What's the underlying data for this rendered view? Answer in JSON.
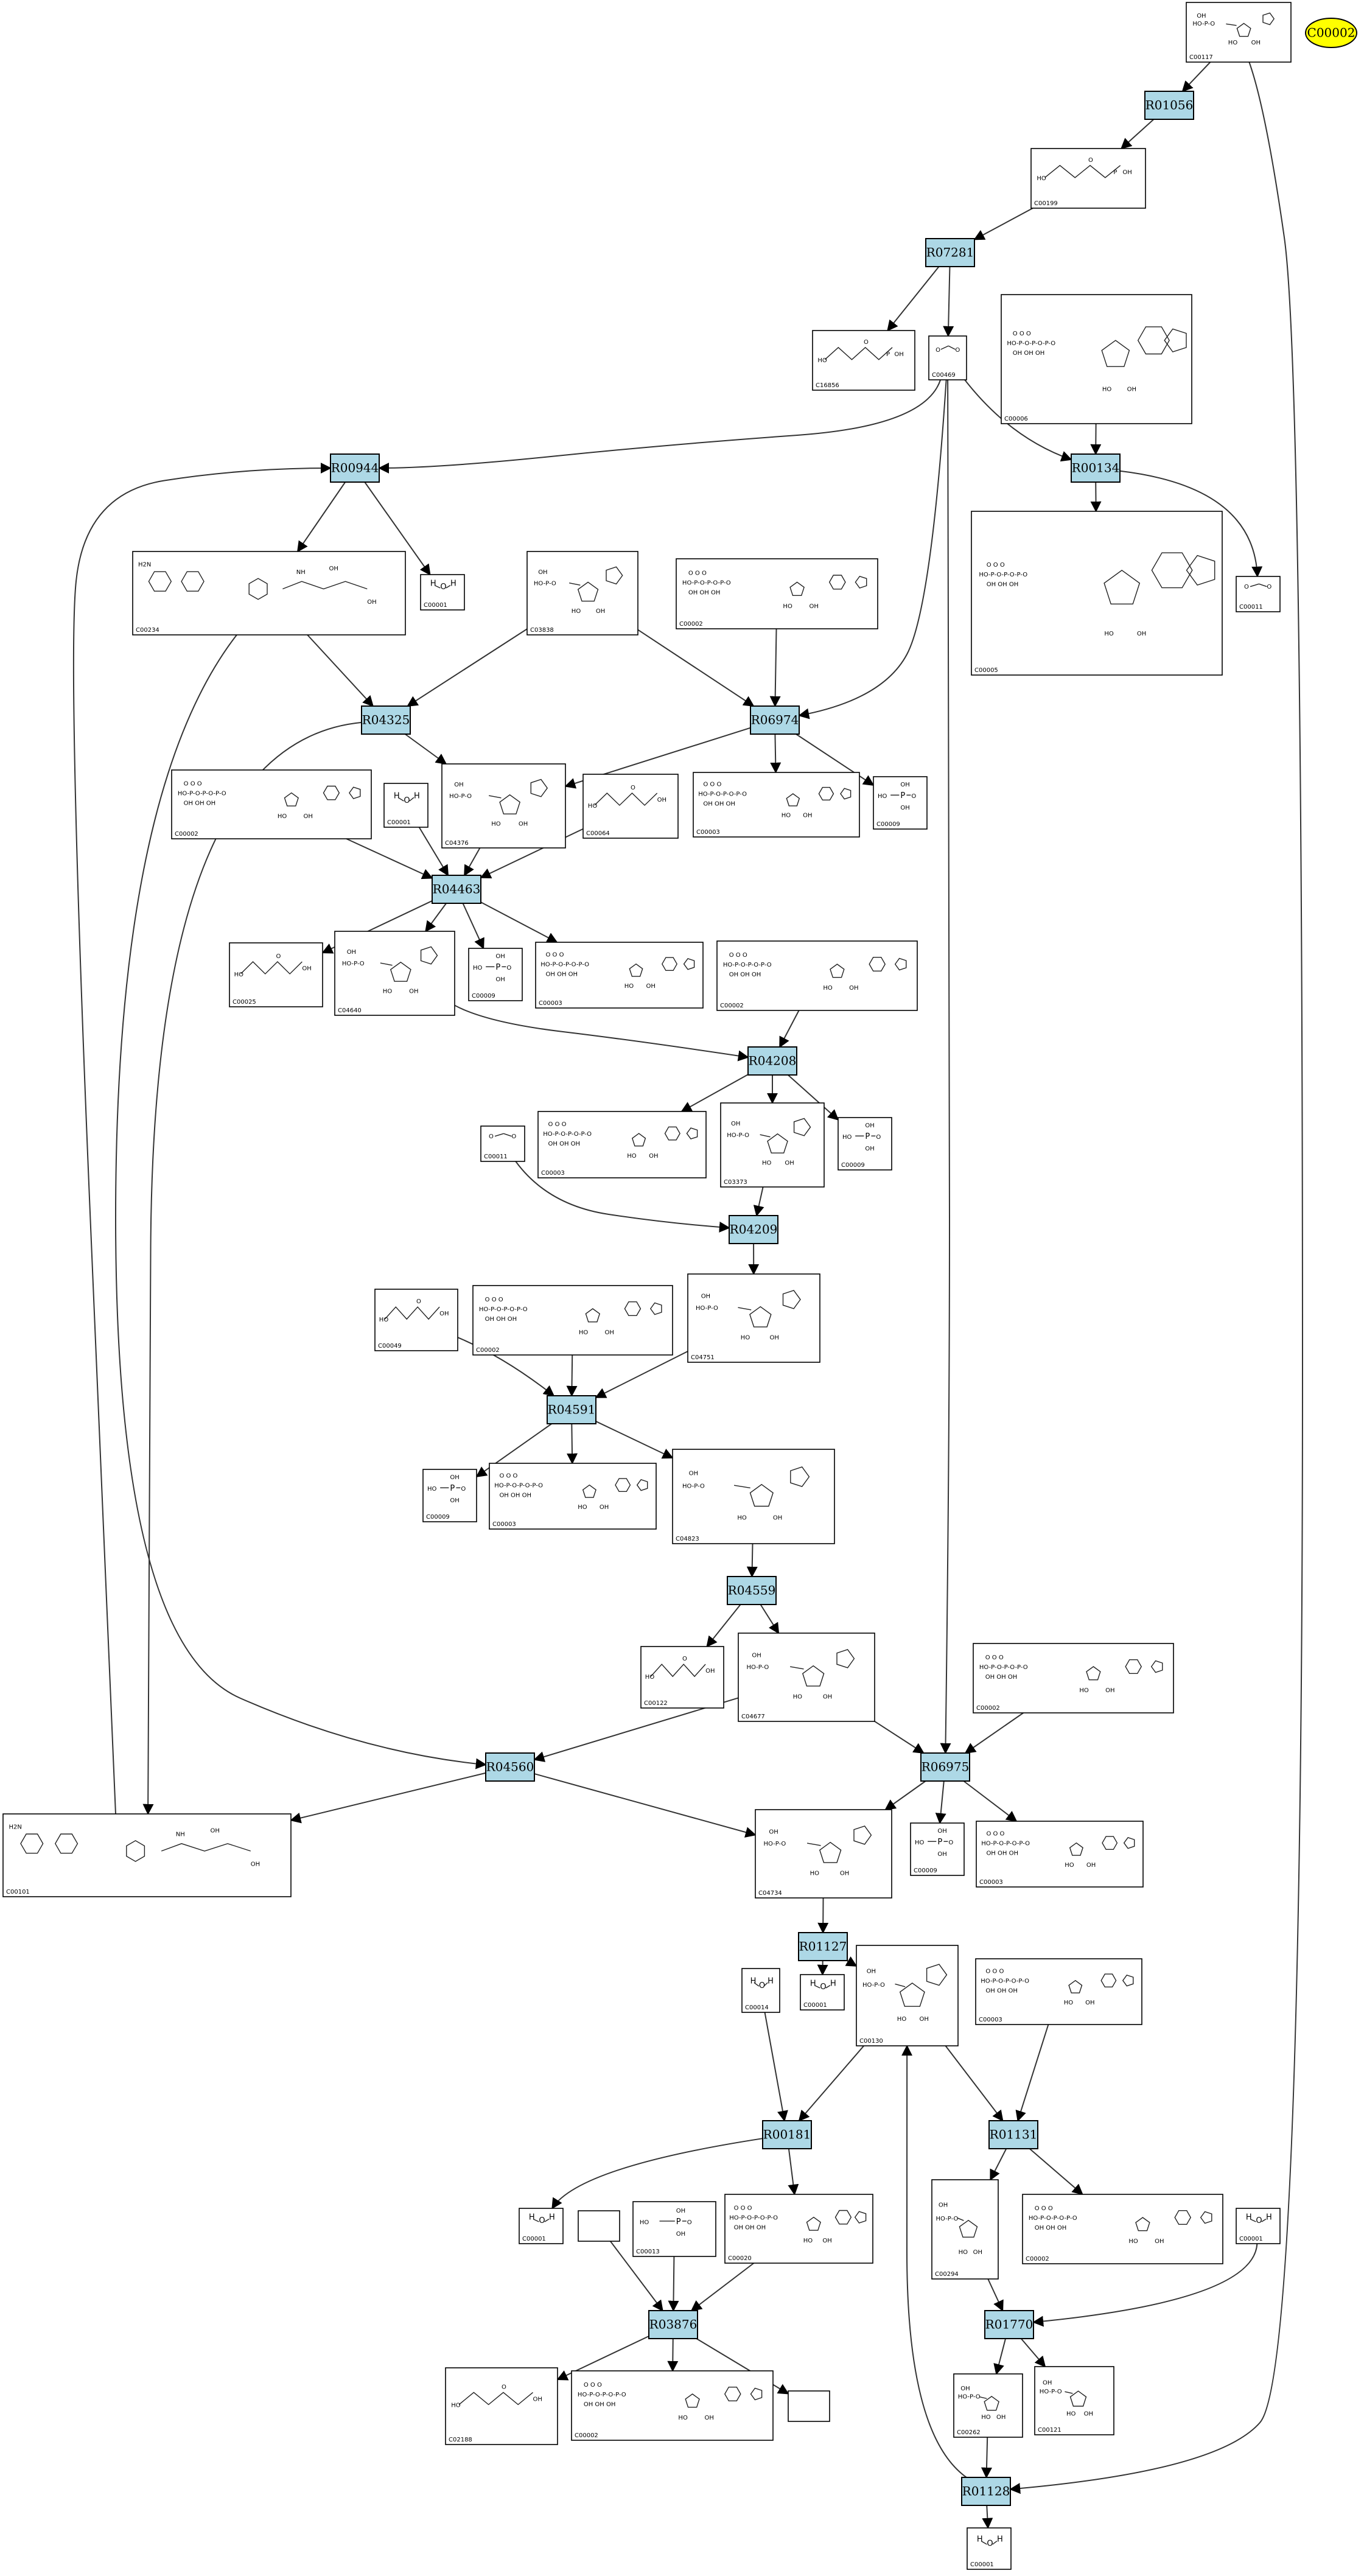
{
  "start_node": {
    "label": "C00002"
  },
  "reactions": [
    {
      "id": "R01056",
      "label": "R01056"
    },
    {
      "id": "R07281",
      "label": "R07281"
    },
    {
      "id": "R00944",
      "label": "R00944"
    },
    {
      "id": "R00134",
      "label": "R00134"
    },
    {
      "id": "R04325",
      "label": "R04325"
    },
    {
      "id": "R06974",
      "label": "R06974"
    },
    {
      "id": "R04463",
      "label": "R04463"
    },
    {
      "id": "R04208",
      "label": "R04208"
    },
    {
      "id": "R04209",
      "label": "R04209"
    },
    {
      "id": "R04591",
      "label": "R04591"
    },
    {
      "id": "R04559",
      "label": "R04559"
    },
    {
      "id": "R04560",
      "label": "R04560"
    },
    {
      "id": "R06975",
      "label": "R06975"
    },
    {
      "id": "R01127",
      "label": "R01127"
    },
    {
      "id": "R00181",
      "label": "R00181"
    },
    {
      "id": "R01131",
      "label": "R01131"
    },
    {
      "id": "R03876",
      "label": "R03876"
    },
    {
      "id": "R01770",
      "label": "R01770"
    },
    {
      "id": "R01128",
      "label": "R01128"
    }
  ],
  "compounds": [
    {
      "key": "c00117",
      "label": "C00117",
      "kind": "sugarP"
    },
    {
      "key": "c00199",
      "label": "C00199",
      "kind": "chainP"
    },
    {
      "key": "c16856",
      "label": "C16856",
      "kind": "chainP"
    },
    {
      "key": "c00469",
      "label": "C00469",
      "kind": "small"
    },
    {
      "key": "c00006",
      "label": "C00006",
      "kind": "nucleotide"
    },
    {
      "key": "c00234",
      "label": "C00234",
      "kind": "folate"
    },
    {
      "key": "c00001a",
      "label": "C00001",
      "kind": "water"
    },
    {
      "key": "c03838",
      "label": "C03838",
      "kind": "sugarP"
    },
    {
      "key": "c00002a",
      "label": "C00002",
      "kind": "nucleotide"
    },
    {
      "key": "c00005",
      "label": "C00005",
      "kind": "nucleotide"
    },
    {
      "key": "c00011a",
      "label": "C00011",
      "kind": "small"
    },
    {
      "key": "c00002b",
      "label": "C00002",
      "kind": "nucleotide"
    },
    {
      "key": "c00001b",
      "label": "C00001",
      "kind": "water"
    },
    {
      "key": "c04376",
      "label": "C04376",
      "kind": "sugarP"
    },
    {
      "key": "c00064",
      "label": "C00064",
      "kind": "chain"
    },
    {
      "key": "c00003a",
      "label": "C00003",
      "kind": "nucleotide"
    },
    {
      "key": "c00009a",
      "label": "C00009",
      "kind": "phosphate"
    },
    {
      "key": "c00025",
      "label": "C00025",
      "kind": "chain"
    },
    {
      "key": "c04640",
      "label": "C04640",
      "kind": "sugarP"
    },
    {
      "key": "c00009b",
      "label": "C00009",
      "kind": "phosphate"
    },
    {
      "key": "c00003b",
      "label": "C00003",
      "kind": "nucleotide"
    },
    {
      "key": "c00002c",
      "label": "C00002",
      "kind": "nucleotide"
    },
    {
      "key": "c00003c",
      "label": "C00003",
      "kind": "nucleotide"
    },
    {
      "key": "c03373",
      "label": "C03373",
      "kind": "sugarP"
    },
    {
      "key": "c00009c",
      "label": "C00009",
      "kind": "phosphate"
    },
    {
      "key": "c00011b",
      "label": "C00011",
      "kind": "small"
    },
    {
      "key": "c00049",
      "label": "C00049",
      "kind": "chain"
    },
    {
      "key": "c00002d",
      "label": "C00002",
      "kind": "nucleotide"
    },
    {
      "key": "c04751",
      "label": "C04751",
      "kind": "sugarP"
    },
    {
      "key": "c00009d",
      "label": "C00009",
      "kind": "phosphate"
    },
    {
      "key": "c00003d",
      "label": "C00003",
      "kind": "nucleotide"
    },
    {
      "key": "c04823",
      "label": "C04823",
      "kind": "sugarP"
    },
    {
      "key": "c00122",
      "label": "C00122",
      "kind": "chain"
    },
    {
      "key": "c04677",
      "label": "C04677",
      "kind": "sugarP"
    },
    {
      "key": "c00002e",
      "label": "C00002",
      "kind": "nucleotide"
    },
    {
      "key": "c00101",
      "label": "C00101",
      "kind": "folate"
    },
    {
      "key": "c04734",
      "label": "C04734",
      "kind": "sugarP"
    },
    {
      "key": "c00009e",
      "label": "C00009",
      "kind": "phosphate"
    },
    {
      "key": "c00003e",
      "label": "C00003",
      "kind": "nucleotide"
    },
    {
      "key": "c00014",
      "label": "C00014",
      "kind": "water"
    },
    {
      "key": "c00001c",
      "label": "C00001",
      "kind": "water"
    },
    {
      "key": "c00130",
      "label": "C00130",
      "kind": "sugarP"
    },
    {
      "key": "c00003f",
      "label": "C00003",
      "kind": "nucleotide"
    },
    {
      "key": "c00001d",
      "label": "C00001",
      "kind": "water"
    },
    {
      "key": "c00013",
      "label": "C00013",
      "kind": "phosphate"
    },
    {
      "key": "c00020",
      "label": "C00020",
      "kind": "nucleotide"
    },
    {
      "key": "c00294",
      "label": "C00294",
      "kind": "sugarP"
    },
    {
      "key": "c00002f",
      "label": "C00002",
      "kind": "nucleotide"
    },
    {
      "key": "c00001e",
      "label": "C00001",
      "kind": "water"
    },
    {
      "key": "blank1",
      "label": "",
      "kind": "blank"
    },
    {
      "key": "c02188",
      "label": "C02188",
      "kind": "chain"
    },
    {
      "key": "c00002g",
      "label": "C00002",
      "kind": "nucleotide"
    },
    {
      "key": "blank2",
      "label": "",
      "kind": "blank"
    },
    {
      "key": "c00262",
      "label": "C00262",
      "kind": "sugarP"
    },
    {
      "key": "c00121",
      "label": "C00121",
      "kind": "sugarP"
    },
    {
      "key": "c00001f",
      "label": "C00001",
      "kind": "water"
    }
  ]
}
